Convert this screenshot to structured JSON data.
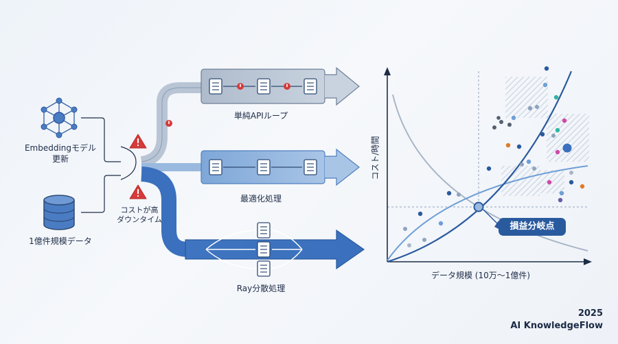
{
  "inputs": {
    "embedding_label": "Embeddingモデル\n更新",
    "data_label": "1億件規模データ"
  },
  "warning": {
    "label": "コストが高\nダウンタイム"
  },
  "pipelines": {
    "simple": "単純APIループ",
    "optimized": "最適化処理",
    "ray": "Ray分散処理"
  },
  "chart": {
    "ylabel": "コスト/時間",
    "xlabel": "データ規模 (10万〜1億件)",
    "breakeven_label": "損益分岐点"
  },
  "footer": {
    "year": "2025",
    "brand": "AI KnowledgeFlow"
  },
  "colors": {
    "dark_blue": "#2a5a9e",
    "mid_blue": "#6e9fd6",
    "gray_blue": "#8fa3bd",
    "warning_red": "#d63a3a"
  }
}
